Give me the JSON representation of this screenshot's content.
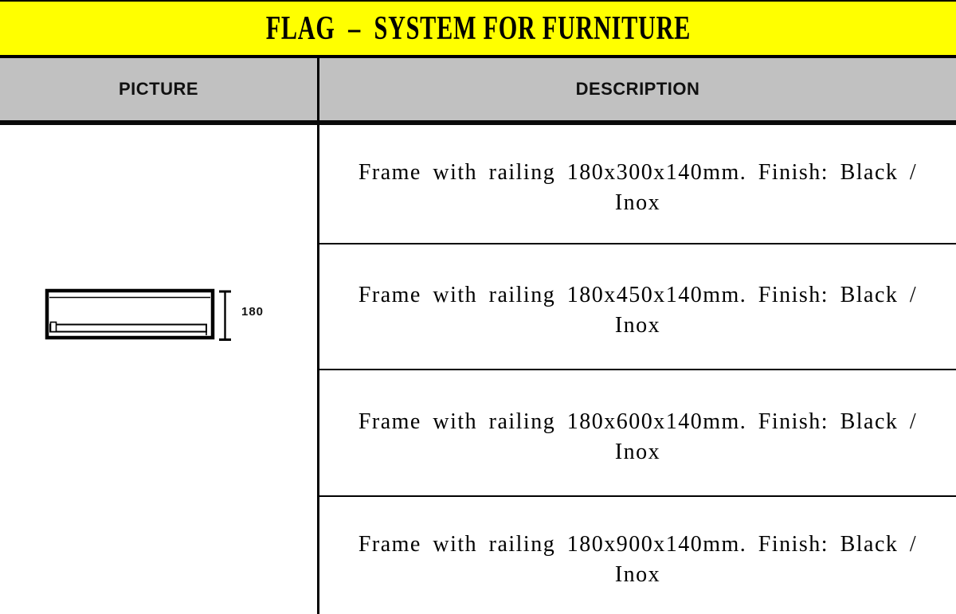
{
  "banner": {
    "title": "FLAG  –  SYSTEM FOR FURNITURE",
    "background": "#FFFF00",
    "text_color": "#000000"
  },
  "table": {
    "header_background": "#C1C1C1",
    "border_color": "#000000",
    "columns": [
      {
        "label": "PICTURE"
      },
      {
        "label": "DESCRIPTION"
      }
    ],
    "rows": [
      {
        "description": "Frame with railing 180x300x140mm. Finish: Black /\nInox"
      },
      {
        "description": "Frame with railing 180x450x140mm. Finish: Black /\nInox"
      },
      {
        "description": "Frame with railing 180x600x140mm. Finish: Black /\nInox"
      },
      {
        "description": "Frame with railing 180x900x140mm. Finish: Black /\nInox"
      }
    ]
  },
  "picture": {
    "drawing": "frame-with-railing-front-view",
    "dimension_label": "180"
  }
}
